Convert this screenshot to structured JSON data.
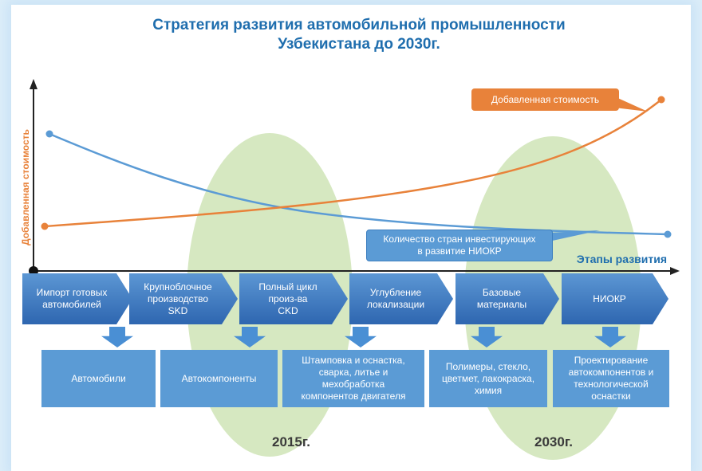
{
  "title": {
    "line1": "Стратегия развития автомобильной промышленности",
    "line2": "Узбекистана до 2030г."
  },
  "axes": {
    "y_label": "Добавленная стоимость",
    "x_label": "Этапы развития"
  },
  "callouts": {
    "value_added": "Добавленная стоимость",
    "rnd_line1": "Количество стран инвестирующих",
    "rnd_line2": "в развитие НИОКР"
  },
  "years": [
    "2015г.",
    "2030г."
  ],
  "stages": [
    {
      "lines": [
        "Импорт готовых",
        "автомобилей"
      ]
    },
    {
      "lines": [
        "Крупноблочное",
        "производство",
        "SKD"
      ]
    },
    {
      "lines": [
        "Полный цикл",
        "произ-ва",
        "CKD"
      ]
    },
    {
      "lines": [
        "Углубление",
        "локализации"
      ]
    },
    {
      "lines": [
        "Базовые",
        "материалы"
      ]
    },
    {
      "lines": [
        "НИОКР"
      ]
    }
  ],
  "products": [
    {
      "lines": [
        "Автомобили"
      ]
    },
    {
      "lines": [
        "Автокомпоненты"
      ]
    },
    {
      "lines": [
        "Штамповка и оснастка,",
        "сварка, литье и",
        "мехобработка",
        "компонентов двигателя"
      ]
    },
    {
      "lines": [
        "Полимеры, стекло,",
        "цветмет, лакокраска,",
        "химия"
      ]
    },
    {
      "lines": [
        "Проектирование",
        "автокомпонентов и",
        "технологической",
        "оснастки"
      ]
    }
  ],
  "colors": {
    "value_added_line": "#e8823a",
    "investors_line": "#5b9bd5",
    "ellipse": "#c9e0ae",
    "title": "#1f6eae"
  }
}
